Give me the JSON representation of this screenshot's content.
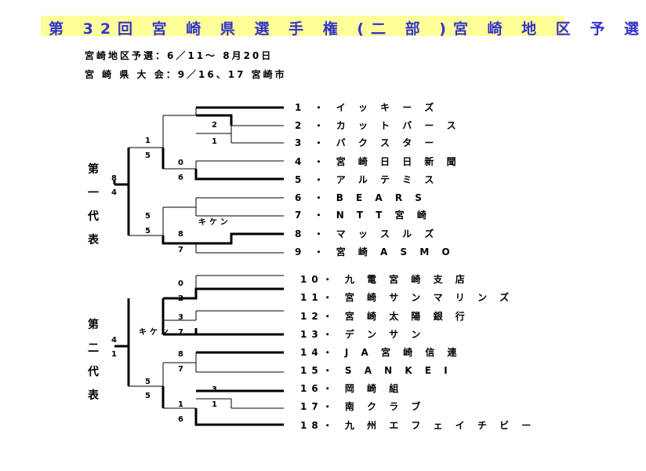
{
  "title": "第 32回 宮 崎 県 選 手 権 (二 部 )宮 崎 地 区 予 選",
  "schedule": {
    "district": "宮崎地区予選：6／11～ 8月20日",
    "prefecture": "宮 崎 県 大 会：9／16、17 宮崎市"
  },
  "blocks": {
    "first": [
      "第",
      "一",
      "代",
      "表"
    ],
    "second": [
      "第",
      "二",
      "代",
      "表"
    ]
  },
  "teams": [
    "1 ・ イ ッ キ ー ズ",
    "2 ・ カ ッ ト バ ー ス",
    "3 ・ バ ク ス タ ー",
    "4 ・ 宮 崎 日 日 新 聞",
    "5 ・ ア ル テ ミ ス",
    "6 ・ B E A R S",
    "7 ・ N T T 宮 崎",
    "8 ・ マ ッ ス ル ズ",
    "9 ・ 宮 崎 A S M O",
    "10・ 九 電 宮 崎 支 店",
    "11・ 宮 崎 サ ン マ リ ン ズ",
    "12・ 宮 崎 太 陽 銀 行",
    "13・ デ ン サ ン",
    "14・ J A 宮 崎 信 連",
    "15・ S A N K E I",
    "16・ 岡 崎 組",
    "17・ 南 ク ラ ブ",
    "18・ 九 州 エ フ ェ イ チ ビ ー"
  ],
  "scores": {
    "g2v3_top": "2",
    "g2v3_bot": "1",
    "gSF1_top": "1",
    "gSF1_bot": "5",
    "g4v5_top": "0",
    "g4v5_bot": "6",
    "gF1_top": "8",
    "gF1_bot": "4",
    "gSF2_top": "5",
    "gSF2_bot": "5",
    "g8v9_top": "8",
    "g8v9_bot": "7",
    "g10v11_top": "0",
    "g10v11_bot": "2",
    "g12v13_top": "3",
    "g12v13_bot": "7",
    "gF2_top": "4",
    "gF2_bot": "1",
    "g14v15_top": "8",
    "g14v15_bot": "7",
    "gSF4_top": "5",
    "gSF4_bot": "5",
    "g16v17_top": "3",
    "g16v17_bot": "1",
    "g17v18_top": "1",
    "g17v18_bot": "6"
  },
  "notes": {
    "forfeit1": "キケン",
    "forfeit2": "キケン"
  }
}
